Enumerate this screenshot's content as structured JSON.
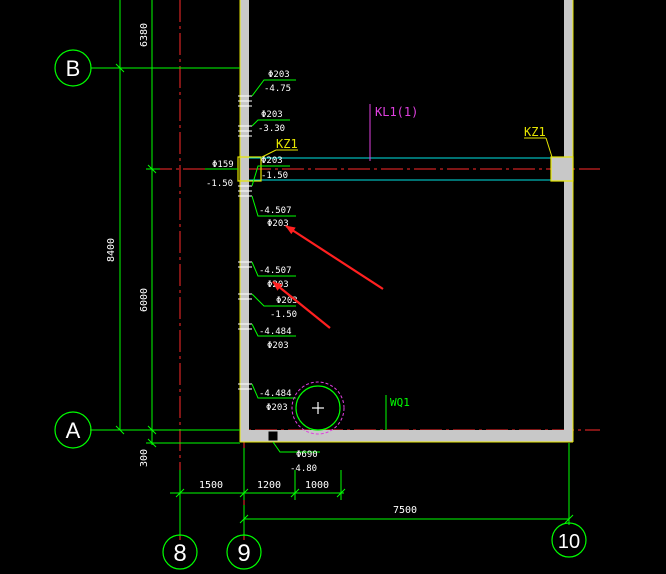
{
  "grid_axes": {
    "B": "B",
    "A": "A",
    "c8": "8",
    "c9": "9",
    "c10": "10"
  },
  "dimensions": {
    "top": "6380",
    "total_vertical": "8400",
    "mid_vertical": "6000",
    "bottom": "300",
    "h1": "1500",
    "h2": "1200",
    "h3": "1000",
    "h4": "7500"
  },
  "annotations": {
    "a1_pipe": "Φ203",
    "a1_elev": "-4.75",
    "a2_pipe": "Φ203",
    "a2_elev": "-3.30",
    "kz1_left": "KZ1",
    "kz1_right": "KZ1",
    "a3_pipe": "Φ203",
    "a3_elev": "-1.50",
    "a4_pipe": "Φ159",
    "a4_elev": "-1.50",
    "kl1": "KL1(1)",
    "a5_elev": "-4.507",
    "a5_pipe": "Φ203",
    "a6_elev": "-4.507",
    "a6_pipe": "Φ203",
    "a7_pipe": "Φ203",
    "a7_elev": "-1.50",
    "a8_elev": "-4.484",
    "a8_pipe": "Φ203",
    "a9_elev": "-4.484",
    "a9_pipe": "Φ203",
    "wq1": "WQ1",
    "a10_pipe": "Φ690",
    "a10_elev": "-4.80"
  },
  "colors": {
    "background": "#000000",
    "grid_bubble": "#00ff00",
    "dimension_line": "#00ff00",
    "dimension_text": "#ffffff",
    "wall": "#c8c8c8",
    "beam_line": "#00e5e5",
    "axis_line": "#ff2a2a",
    "column": "#e6e600",
    "label_yellow": "#e6e600",
    "label_magenta": "#e040e0",
    "annotation_text": "#ffffff",
    "arrow": "#ff2020"
  }
}
